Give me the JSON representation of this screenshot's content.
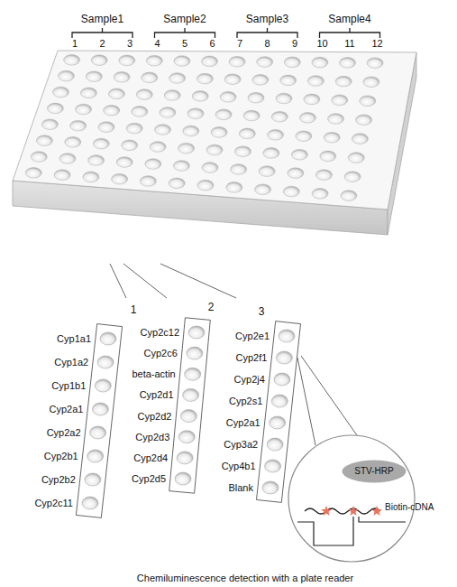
{
  "diagram": {
    "caption": "Chemiluminescence detection with a plate reader",
    "nodes": [
      {
        "text": [
          "STV-HRP"
        ]
      }
    ],
    "labels": [
      "Sample1",
      "Sample2",
      "Sample3",
      "Sample4",
      "1",
      "2",
      "3",
      "4",
      "5",
      "6",
      "7",
      "8",
      "9",
      "10",
      "11",
      "12",
      "1",
      "2",
      "3",
      "Cyp1a1",
      "Cyp1a2",
      "Cyp1b1",
      "Cyp2a1",
      "Cyp2a2",
      "Cyp2b1",
      "Cyp2b2",
      "Cyp2c11",
      "Cyp2c12",
      "Cyp2c6",
      "beta-actin",
      "Cyp2d1",
      "Cyp2d2",
      "Cyp2d3",
      "Cyp2d4",
      "Cyp2d5",
      "Cyp2e1",
      "Cyp2f1",
      "Cyp2j4",
      "Cyp2s1",
      "Cyp2a1",
      "Cyp3a2",
      "Cyp4b1",
      "Blank",
      "Biotin-cDNA"
    ]
  }
}
